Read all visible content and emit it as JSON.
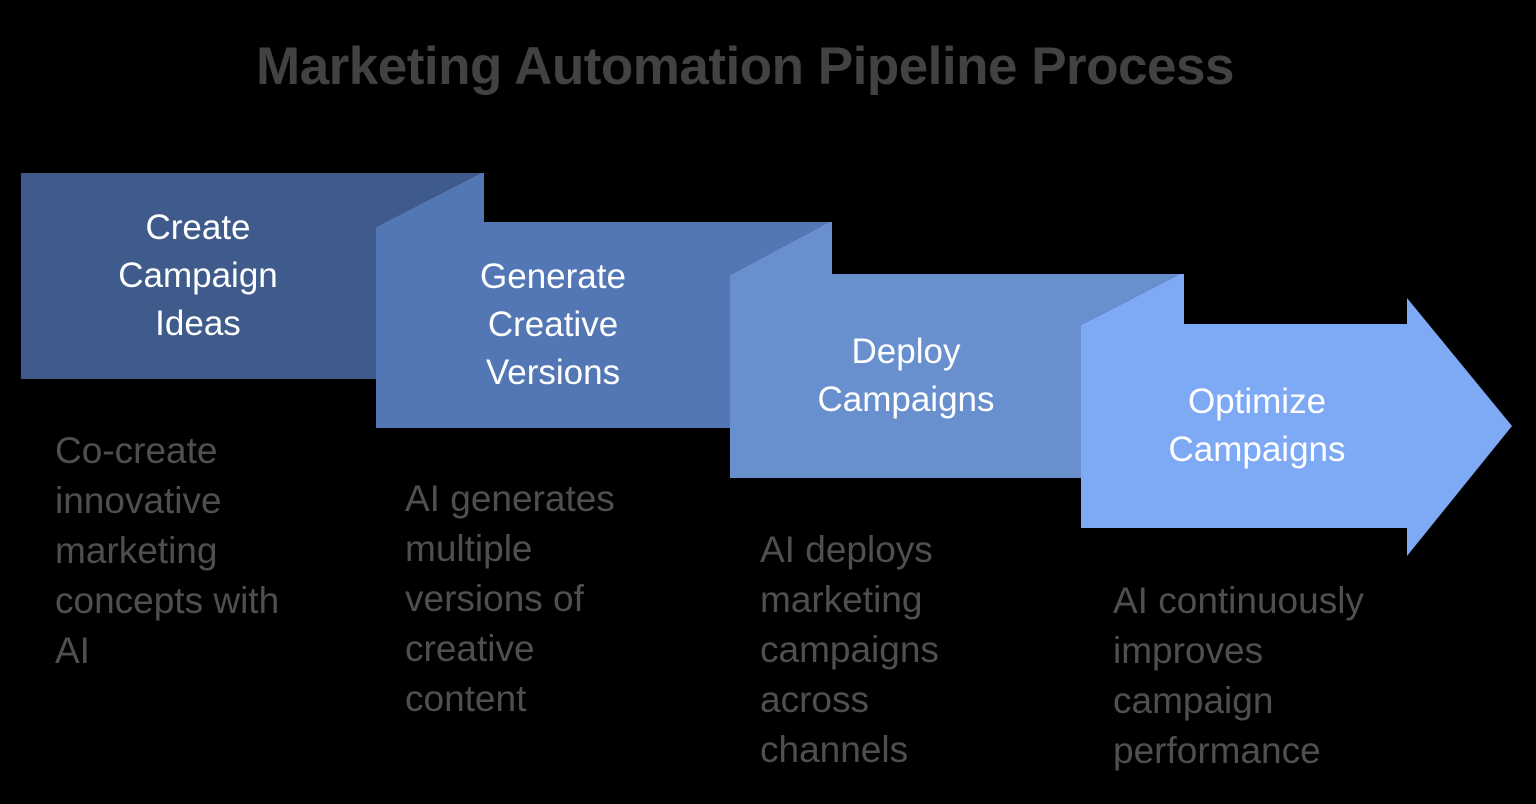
{
  "title": "Marketing Automation Pipeline Process",
  "colors": {
    "background": "#000000",
    "title_text": "#424242",
    "step_label_text": "#FFFFFF",
    "description_text": "#4F4F4F",
    "step_1": "#3E5B8B",
    "step_2": "#5377B5",
    "step_3": "#6890CF",
    "step_4": "#7EA9F4"
  },
  "steps": [
    {
      "label": "Create Campaign Ideas",
      "label_lines": [
        "Create",
        "Campaign",
        "Ideas"
      ],
      "description": "Co-create innovative marketing concepts with AI",
      "description_lines": [
        "Co-create",
        "innovative",
        "marketing",
        "concepts with",
        "AI"
      ],
      "color": "#3E5B8B"
    },
    {
      "label": "Generate Creative Versions",
      "label_lines": [
        "Generate",
        "Creative",
        "Versions"
      ],
      "description": "AI generates multiple versions of creative content",
      "description_lines": [
        "AI generates",
        "multiple",
        "versions of",
        "creative",
        "content"
      ],
      "color": "#5377B5"
    },
    {
      "label": "Deploy Campaigns",
      "label_lines": [
        "Deploy",
        "Campaigns"
      ],
      "description": "AI deploys marketing campaigns across channels",
      "description_lines": [
        "AI deploys",
        "marketing",
        "campaigns",
        "across",
        "channels"
      ],
      "color": "#6890CF"
    },
    {
      "label": "Optimize Campaigns",
      "label_lines": [
        "Optimize",
        "Campaigns"
      ],
      "description": "AI continuously improves campaign performance",
      "description_lines": [
        "AI continuously",
        "improves",
        "campaign",
        "performance"
      ],
      "color": "#7EA9F4"
    }
  ]
}
